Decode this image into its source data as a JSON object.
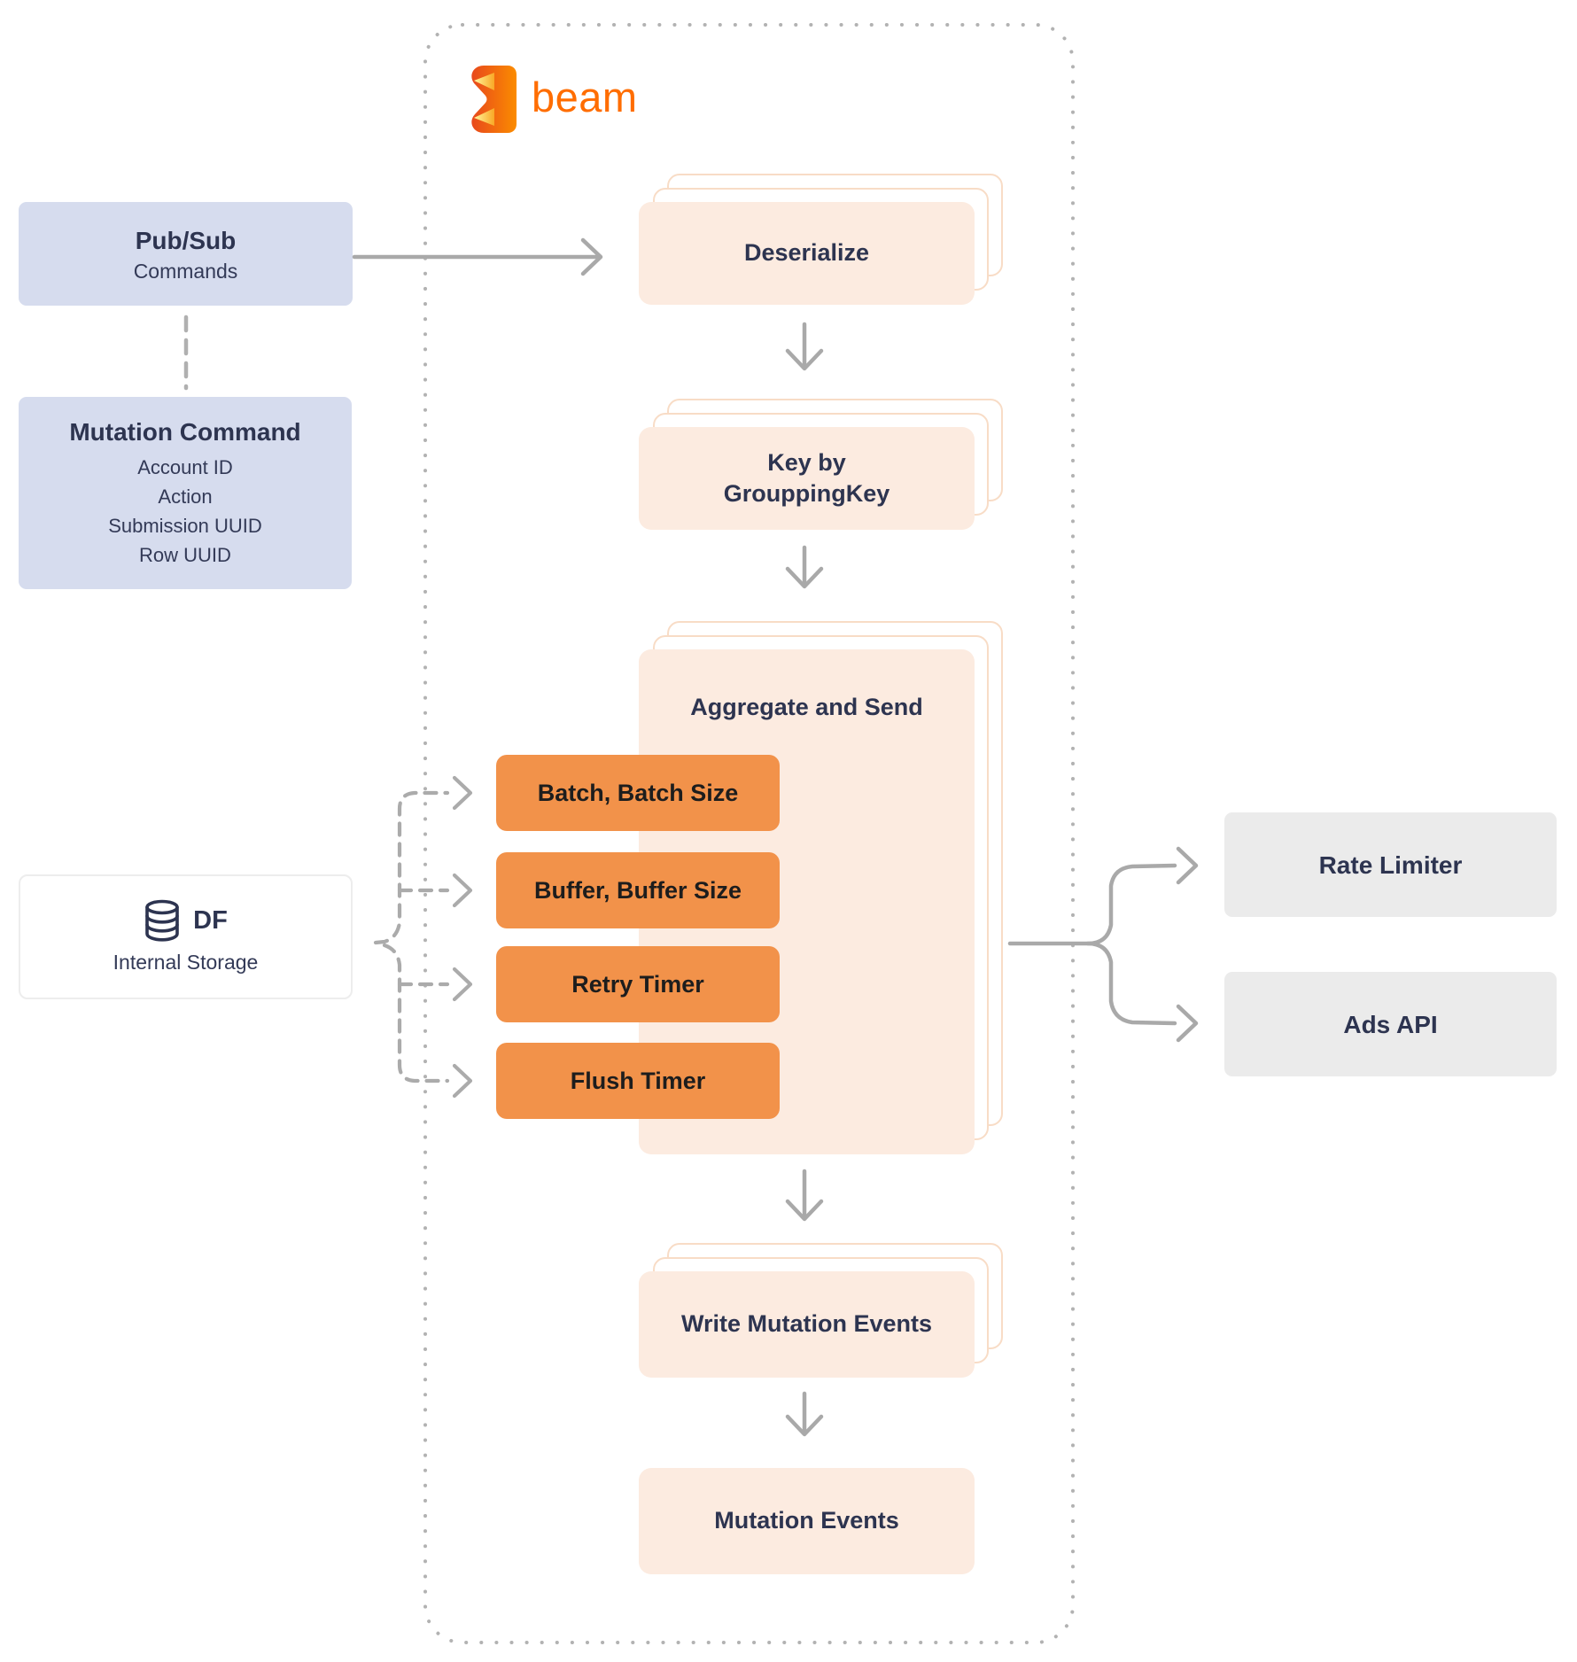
{
  "brand": {
    "wordmark": "beam",
    "color": "#FF6D00"
  },
  "sources": {
    "pubsub": {
      "title": "Pub/Sub",
      "subtitle": "Commands"
    },
    "mutation_command": {
      "title": "Mutation Command",
      "fields": [
        "Account ID",
        "Action",
        "Submission UUID",
        "Row UUID"
      ]
    },
    "storage": {
      "title": "DF",
      "subtitle": "Internal Storage"
    }
  },
  "pipeline": {
    "deserialize": {
      "label": "Deserialize"
    },
    "key_by": {
      "label_line1": "Key by",
      "label_line2": "GrouppingKey"
    },
    "aggregate": {
      "label": "Aggregate and Send",
      "params": [
        "Batch, Batch Size",
        "Buffer, Buffer Size",
        "Retry Timer",
        "Flush Timer"
      ]
    },
    "write_mutation_events": {
      "label": "Write Mutation Events"
    },
    "mutation_events": {
      "label": "Mutation Events"
    }
  },
  "outputs": {
    "rate_limiter": {
      "label": "Rate Limiter"
    },
    "ads_api": {
      "label": "Ads API"
    }
  },
  "colors": {
    "beam_orange": "#FF6D00",
    "chip_orange": "#F2924A",
    "peach_fill": "#FCEBE0",
    "peach_outline": "#F8DCC6",
    "lavender": "#D6DCEE",
    "output_grey": "#EBEBEB",
    "navy_text": "#2D3450",
    "arrow_grey": "#A9A9A9"
  }
}
